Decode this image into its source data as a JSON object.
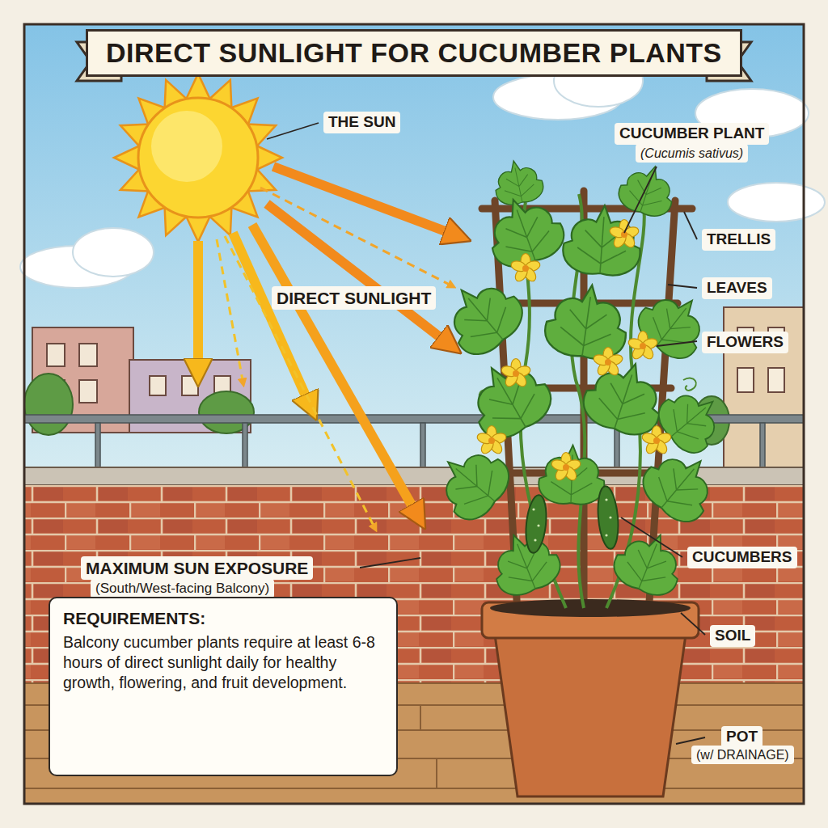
{
  "diagram": {
    "title": "DIRECT SUNLIGHT FOR CUCUMBER PLANTS",
    "nodes": [
      {
        "text": [
          "REQUIREMENTS:",
          "Balcony cucumber plants require at least 6-8 hours of direct sunlight daily for healthy growth, flowering, and fruit development."
        ]
      }
    ],
    "labels": [
      "THE SUN",
      "CUCUMBER PLANT",
      "(Cucumis sativus)",
      "TRELLIS",
      "DIRECT SUNLIGHT",
      "LEAVES",
      "FLOWERS",
      "MAXIMUM SUN EXPOSURE",
      "(South/West-facing Balcony)",
      "CUCUMBERS",
      "SOIL",
      "POT",
      "(w/ DRAINAGE)"
    ]
  }
}
